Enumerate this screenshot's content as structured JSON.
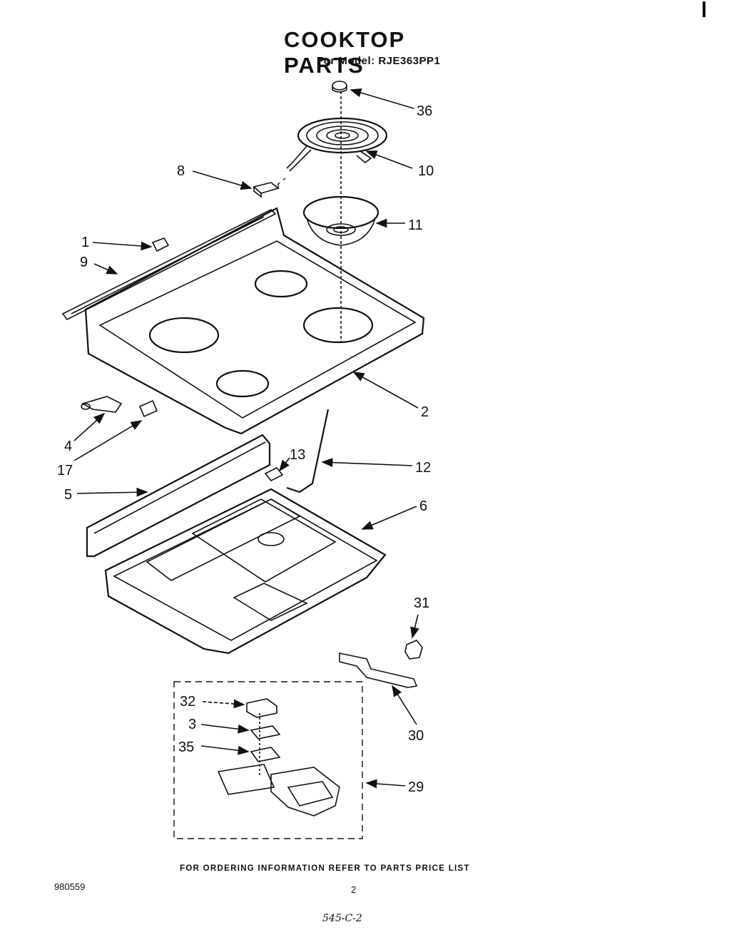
{
  "title": "COOKTOP PARTS",
  "model_line": "For Model: RJE363PP1",
  "callouts": [
    "36",
    "10",
    "8",
    "11",
    "1",
    "9",
    "2",
    "4",
    "17",
    "13",
    "12",
    "5",
    "6",
    "31",
    "30",
    "32",
    "3",
    "35",
    "29"
  ],
  "footer_note": "FOR ORDERING INFORMATION REFER TO PARTS PRICE LIST",
  "doc_number": "980559",
  "page_number": "2",
  "handwritten_note": "545-C-2"
}
